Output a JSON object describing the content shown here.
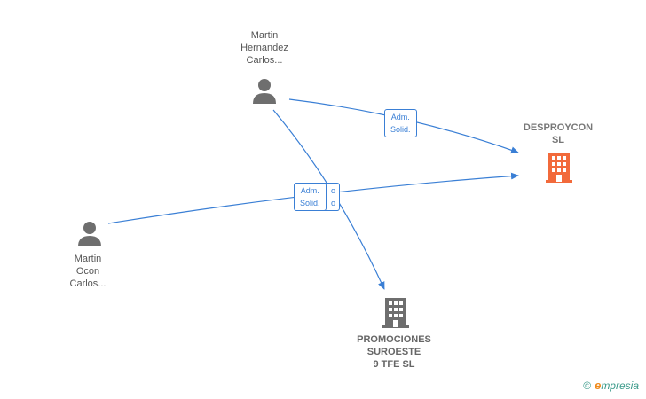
{
  "nodes": {
    "person_top": {
      "line1": "Martin",
      "line2": "Hernandez",
      "line3": "Carlos..."
    },
    "person_left": {
      "line1": "Martin",
      "line2": "Ocon",
      "line3": "Carlos..."
    },
    "company_main": {
      "line1": "DESPROYCON",
      "line2": "SL"
    },
    "company_bottom": {
      "line1": "PROMOCIONES",
      "line2": "SUROESTE",
      "line3": "9 TFE SL"
    }
  },
  "edges": {
    "top_to_main": {
      "line1": "Adm.",
      "line2": "Solid."
    },
    "left_to_main": {
      "line1": "Adm.",
      "line2": "Solid."
    },
    "top_to_bottom_partial": {
      "line1": "o",
      "line2": "o"
    }
  },
  "colors": {
    "edge": "#3a7fd5",
    "person_icon": "#6e6e6e",
    "company_main_icon": "#f26a3b",
    "company_icon": "#6e6e6e"
  },
  "watermark": {
    "copyright": "©",
    "brand_first": "e",
    "brand_rest": "mpresia"
  }
}
